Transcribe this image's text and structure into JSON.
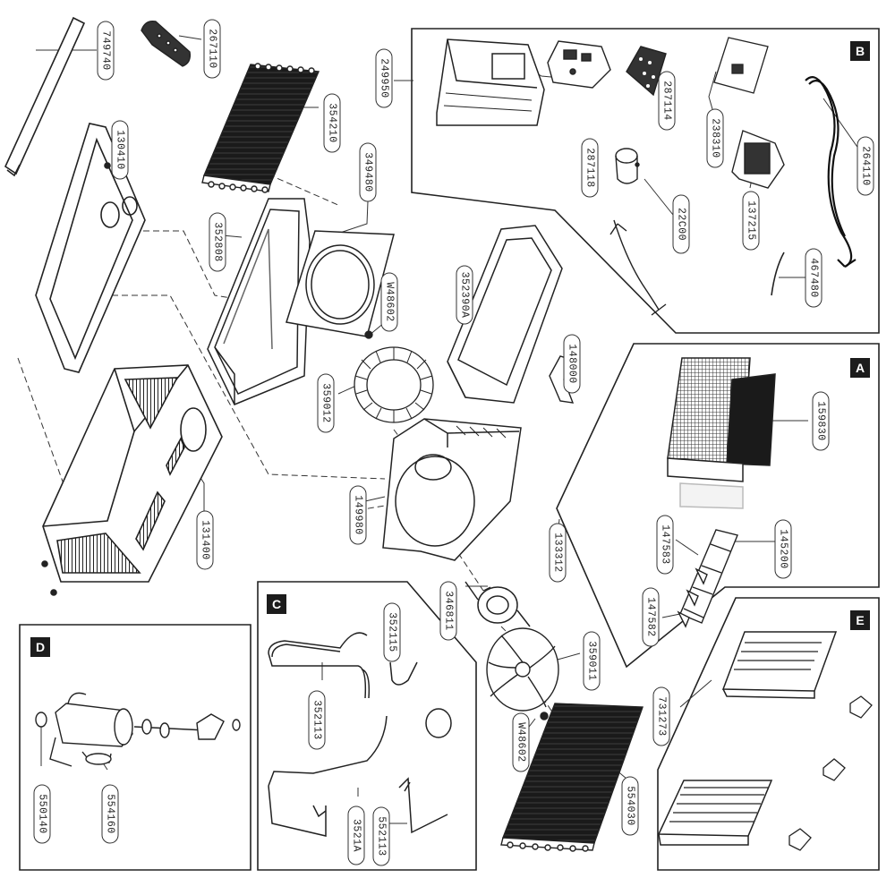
{
  "panels": {
    "A": "A",
    "B": "B",
    "C": "C",
    "D": "D",
    "E": "E"
  },
  "parts": {
    "p749740": "749740",
    "p267110": "267110",
    "p130410": "130410",
    "p354210": "354210",
    "p349480": "349480",
    "p352808": "352808",
    "p249950": "249950",
    "p287114": "287114",
    "p287118": "287118",
    "p238310": "238310",
    "p264110": "264110",
    "p22C00": "22C00",
    "p137215": "137215",
    "p467480": "467480",
    "pW48602a": "W48602",
    "p352390A": "352390A",
    "p148000": "148000",
    "p359012": "359012",
    "p149980": "149980",
    "p131400": "131400",
    "p159830": "159830",
    "p133312": "133312",
    "p147583": "147583",
    "p147582": "147582",
    "p145200": "145200",
    "p346811": "346811",
    "p352115": "352115",
    "p359011": "359011",
    "p352113": "352113",
    "pW48602b": "W48602",
    "p731273": "731273",
    "p3521A": "3521A",
    "p552113": "552113",
    "p554030": "554030",
    "p550140": "550140",
    "p554160": "554160"
  }
}
